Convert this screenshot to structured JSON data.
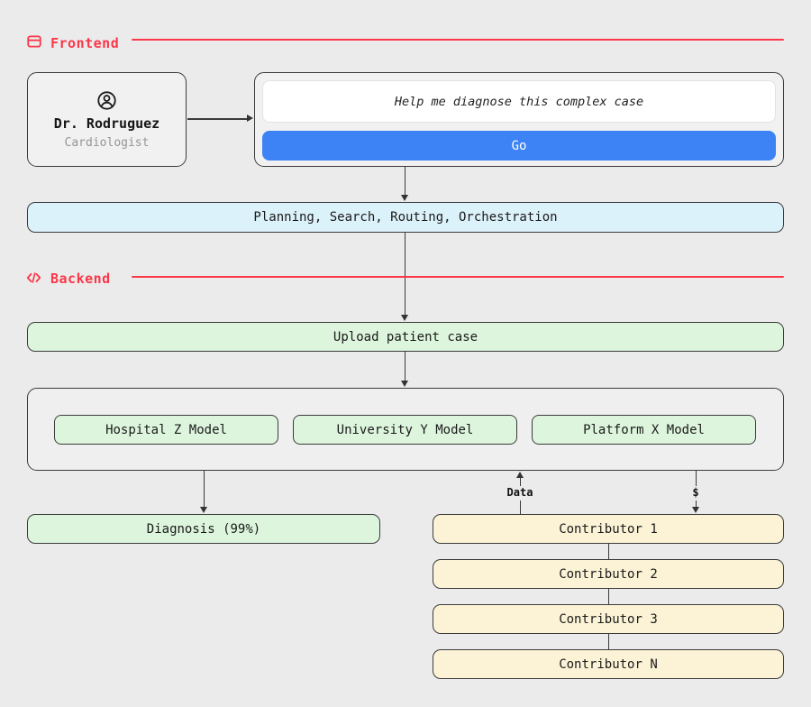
{
  "sections": {
    "frontend": "Frontend",
    "backend": "Backend"
  },
  "doctor": {
    "name": "Dr. Rodruguez",
    "role": "Cardiologist"
  },
  "prompt": {
    "text": "Help me diagnose this complex case",
    "go_label": "Go"
  },
  "orchestration": {
    "label": "Planning, Search, Routing, Orchestration"
  },
  "upload": {
    "label": "Upload patient case"
  },
  "models": [
    "Hospital Z Model",
    "University Y Model",
    "Platform X Model"
  ],
  "diagnosis": {
    "label": "Diagnosis (99%)"
  },
  "flows": {
    "data": "Data",
    "payment": "$"
  },
  "contributors": [
    "Contributor 1",
    "Contributor 2",
    "Contributor 3",
    "Contributor N"
  ],
  "icons": {
    "frontend": "browser-icon",
    "backend": "code-icon",
    "doctor": "user-circle-icon"
  },
  "colors": {
    "page_bg": "#ebebeb",
    "panel_bg": "#f1f1f1",
    "accent_red": "#fb3748",
    "node_green": "#ddf5dd",
    "node_cyan": "#dcf2fa",
    "node_cream": "#fcf3d6",
    "button_blue": "#3d83f6",
    "border": "#3b3b3b",
    "muted_text": "#959595"
  }
}
